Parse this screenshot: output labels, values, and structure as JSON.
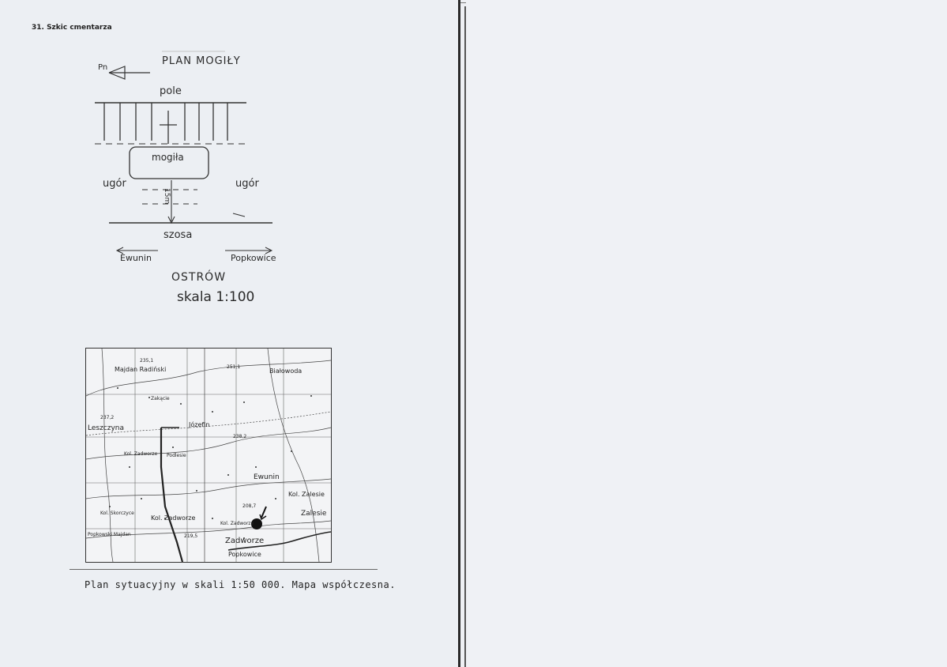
{
  "heading": "31. Szkic cmentarza",
  "sketch": {
    "title": "PLAN MOGIŁY",
    "north": "Pn",
    "field": "pole",
    "grave": "mogiła",
    "fallow_left": "ugór",
    "fallow_right": "ugór",
    "distance": "15m",
    "road": "szosa",
    "direction_west": "Ewunin",
    "direction_east": "Popkowice",
    "place": "OSTRÓW",
    "scale": "skala 1:100"
  },
  "map": {
    "labels": {
      "majdan": "Majdan Radiński",
      "bialowoda": "Białowoda",
      "zakacie": "Zakącie",
      "leszczyna": "Leszczyna",
      "jozefin": "Józefin",
      "kol_zadworze_top": "Kol. Zadworze",
      "podlesie": "Podlesie",
      "ewunin": "Ewunin",
      "kol_zalesie": "Kol. Zalesie",
      "kol_skorczyce": "Kol. Skorczyce",
      "kol_zadworze": "Kol. Zadworze",
      "kol_zadworze_small": "Kol. Zadworze",
      "zalesie": "Zalesie",
      "zadworze": "Zadworze",
      "popkowice": "Popkowice",
      "popkowski": "Popkowski Majdan",
      "e235": "235,1",
      "e251": "251,1",
      "e237": "237,2",
      "e238": "238,2",
      "e208": "208,7",
      "e219": "219,5"
    }
  },
  "caption": "Plan sytuacyjny w skali 1:50 000. Mapa współczesna."
}
